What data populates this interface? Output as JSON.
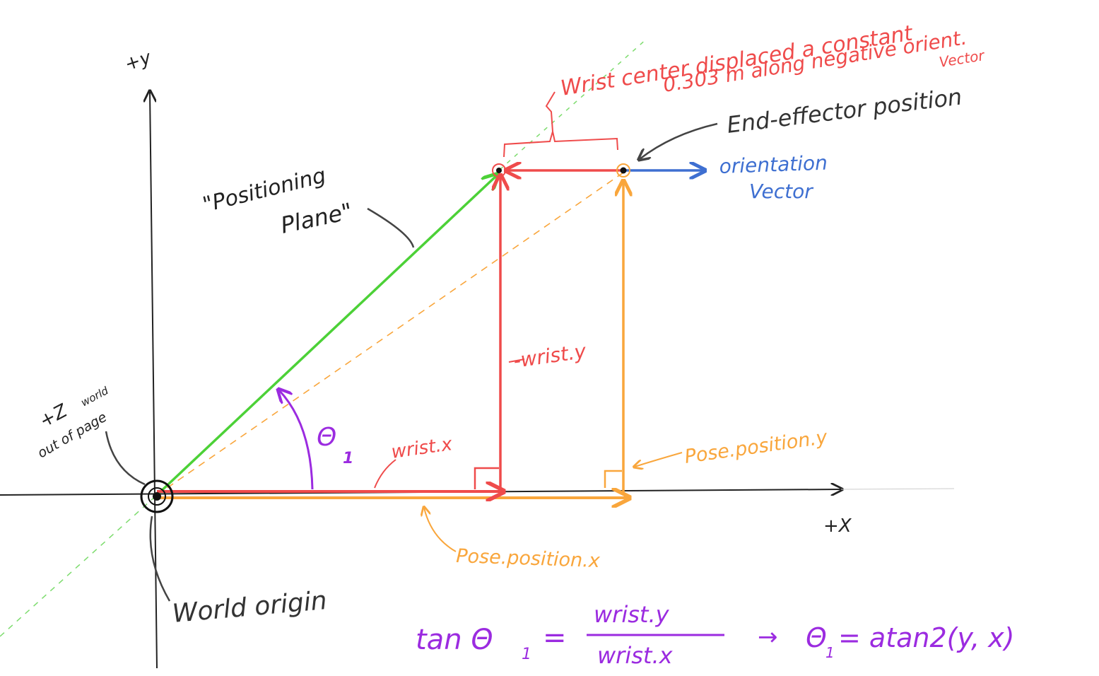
{
  "colors": {
    "axis": "#222222",
    "green": "#4cd137",
    "red": "#ef4b4b",
    "orange": "#f9a63c",
    "blue": "#3e6fd1",
    "purple": "#9b2be0",
    "gray": "#444444",
    "guide": "#7ddc6e"
  },
  "labels": {
    "y_axis": "+y",
    "x_axis": "+X",
    "z_axis_top": "+Z",
    "z_axis_world": "world",
    "z_axis_bottom": "out of page",
    "world_origin": "World origin",
    "positioning_plane_1": "\"Positioning",
    "positioning_plane_2": "Plane\"",
    "theta": "Θ",
    "theta_sub": "1",
    "wrist_x": "wrist.x",
    "wrist_y": "-wrist.y",
    "pose_x": "Pose.position.x",
    "pose_y": "Pose.position.y",
    "ee_position": "End-effector position",
    "orientation_1": "orientation",
    "orientation_2": "Vector",
    "wrist_center_1": "Wrist center displaced a constant",
    "wrist_center_2": "0.303 m along negative orient.",
    "wrist_center_3": "Vector",
    "formula_lhs": "tan Θ",
    "formula_lhs_sub": "1",
    "formula_eq": "=",
    "formula_num": "wrist.y",
    "formula_den": "wrist.x",
    "formula_arrow": "→",
    "formula_rhs": "Θ",
    "formula_rhs_sub": "1",
    "formula_rhs_tail": "= atan2(y, x)"
  }
}
